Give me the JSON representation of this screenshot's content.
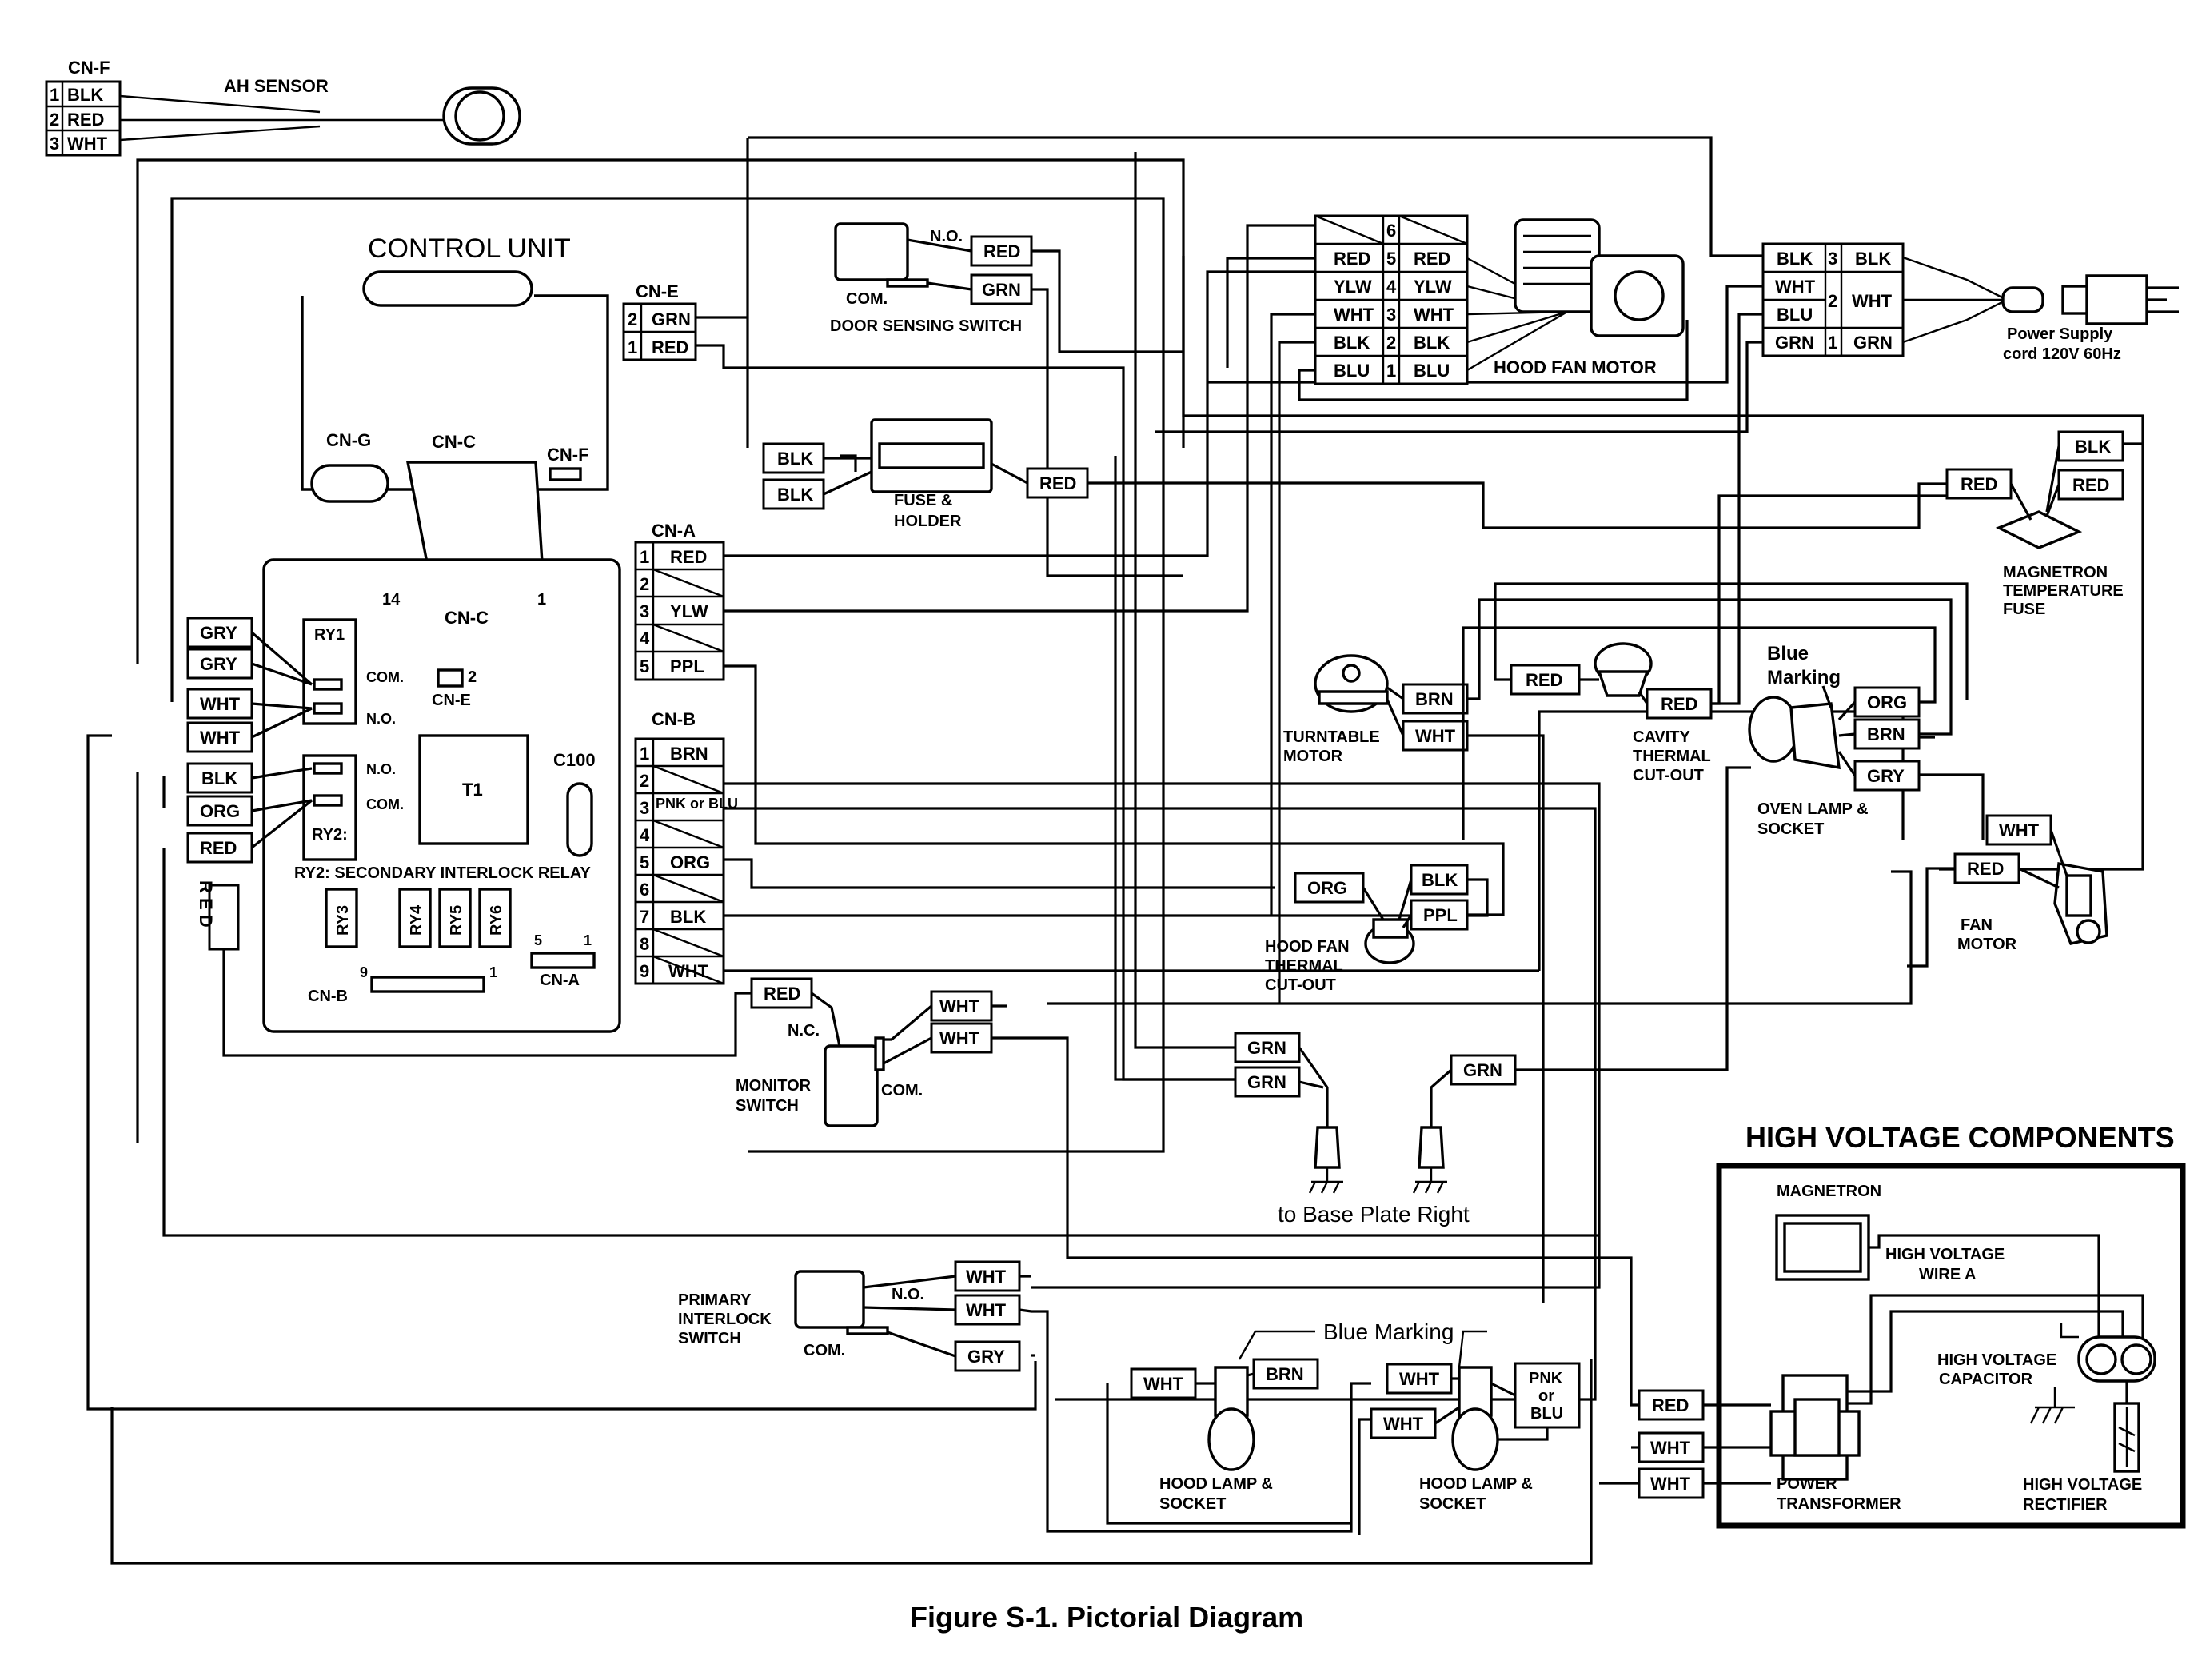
{
  "figure_title": "Figure S-1. Pictorial Diagram",
  "headings": {
    "control_unit": "CONTROL UNIT",
    "high_voltage_components": "HIGH VOLTAGE COMPONENTS"
  },
  "connectors": {
    "cn_f": {
      "label": "CN-F",
      "pins": [
        "1",
        "2",
        "3"
      ],
      "wires": [
        "BLK",
        "RED",
        "WHT"
      ]
    },
    "cn_e": {
      "label": "CN-E",
      "pins": [
        "2",
        "1"
      ],
      "wires": [
        "GRN",
        "RED"
      ]
    },
    "cn_a": {
      "label": "CN-A",
      "pins": [
        "1",
        "2",
        "3",
        "4",
        "5"
      ],
      "wires": [
        "RED",
        "",
        "YLW",
        "",
        "PPL"
      ]
    },
    "cn_b": {
      "label": "CN-B",
      "pins": [
        "1",
        "2",
        "3",
        "4",
        "5",
        "6",
        "7",
        "8",
        "9"
      ],
      "wires": [
        "BRN",
        "",
        "PNK or BLU",
        "",
        "ORG",
        "",
        "BLK",
        "",
        "WHT"
      ]
    },
    "board_cn_g": "CN-G",
    "board_cn_c": "CN-C",
    "board_cn_f": "CN-F",
    "board_cn_e": "CN-E",
    "board_cn_b": "CN-B",
    "board_cn_a": "CN-A",
    "cn_c_pin_14": "14",
    "cn_c_pin_1": "1",
    "cn_e_pin": "2",
    "cn_b_pin_9": "9",
    "cn_b_pin_1": "1",
    "cn_a_pin_5": "5",
    "cn_a_pin_1": "1"
  },
  "board": {
    "relays": [
      "RY1",
      "RY2:",
      "RY3",
      "RY4",
      "RY5",
      "RY6"
    ],
    "com": "COM.",
    "no": "N.O.",
    "t1": "T1",
    "c100": "C100",
    "secondary_relay": "RY2: SECONDARY INTERLOCK RELAY",
    "side_wires": [
      "GRY",
      "GRY",
      "WHT",
      "WHT",
      "BLK",
      "ORG",
      "RED"
    ],
    "red_vertical": "R E D"
  },
  "hood_fan_motor": {
    "label": "HOOD FAN MOTOR",
    "pins": [
      "6",
      "5",
      "4",
      "3",
      "2",
      "1"
    ],
    "left": [
      "",
      "RED",
      "YLW",
      "WHT",
      "BLK",
      "BLU"
    ],
    "right": [
      "",
      "RED",
      "YLW",
      "WHT",
      "BLK",
      "BLU"
    ]
  },
  "power_cord": {
    "pins": [
      "3",
      "2",
      "1"
    ],
    "left": [
      "BLK",
      "WHT",
      "BLU",
      "GRN"
    ],
    "right": [
      "BLK",
      "WHT",
      "GRN"
    ],
    "label_1": "Power Supply",
    "label_2": "cord 120V 60Hz"
  },
  "components": {
    "ah_sensor": "AH SENSOR",
    "door_sensing_switch": "DOOR SENSING SWITCH",
    "door_no": "N.O.",
    "door_com": "COM.",
    "door_wires": [
      "RED",
      "GRN"
    ],
    "fuse_1": "FUSE &",
    "fuse_2": "HOLDER",
    "fuse_wires": [
      "BLK",
      "BLK",
      "RED"
    ],
    "mag_fuse_1": "MAGNETRON",
    "mag_fuse_2": "TEMPERATURE",
    "mag_fuse_3": "FUSE",
    "mag_fuse_wires": [
      "BLK",
      "RED",
      "RED"
    ],
    "turntable_1": "TURNTABLE",
    "turntable_2": "MOTOR",
    "turntable_wires": [
      "BRN",
      "WHT"
    ],
    "cavity_1": "CAVITY",
    "cavity_2": "THERMAL",
    "cavity_3": "CUT-OUT",
    "cavity_wires": [
      "RED",
      "RED"
    ],
    "blue_marking_1": "Blue",
    "blue_marking_2": "Marking",
    "oven_lamp_1": "OVEN LAMP &",
    "oven_lamp_2": "SOCKET",
    "oven_lamp_wires": [
      "ORG",
      "BRN",
      "GRY"
    ],
    "fan_motor_1": "FAN",
    "fan_motor_2": "MOTOR",
    "fan_motor_wires": [
      "WHT",
      "RED"
    ],
    "hood_thermal_1": "HOOD FAN",
    "hood_thermal_2": "THERMAL",
    "hood_thermal_3": "CUT-OUT",
    "hood_thermal_wires": [
      "ORG",
      "BLK",
      "PPL"
    ],
    "monitor_1": "MONITOR",
    "monitor_2": "SWITCH",
    "monitor_nc": "N.C.",
    "monitor_com": "COM.",
    "monitor_wires": [
      "RED",
      "WHT",
      "WHT"
    ],
    "ground_wires": [
      "GRN",
      "GRN",
      "GRN"
    ],
    "base_plate": "to Base Plate Right",
    "primary_1": "PRIMARY",
    "primary_2": "INTERLOCK",
    "primary_3": "SWITCH",
    "primary_no": "N.O.",
    "primary_com": "COM.",
    "primary_wires": [
      "WHT",
      "WHT",
      "GRY"
    ],
    "blue_marking_hood": "Blue Marking",
    "hood_lamp_1": "HOOD LAMP &",
    "hood_lamp_2": "SOCKET",
    "hood_lamp_left_wires": [
      "WHT",
      "BRN"
    ],
    "hood_lamp_right_wires": [
      "WHT",
      "WHT",
      "PNK",
      "or",
      "BLU"
    ],
    "magnetron": "MAGNETRON",
    "hv_wire_1": "HIGH VOLTAGE",
    "hv_wire_2": "WIRE A",
    "hv_cap_1": "HIGH VOLTAGE",
    "hv_cap_2": "CAPACITOR",
    "power_tr_1": "POWER",
    "power_tr_2": "TRANSFORMER",
    "hv_rect_1": "HIGH VOLTAGE",
    "hv_rect_2": "RECTIFIER",
    "transformer_wires": [
      "RED",
      "WHT",
      "WHT"
    ]
  }
}
